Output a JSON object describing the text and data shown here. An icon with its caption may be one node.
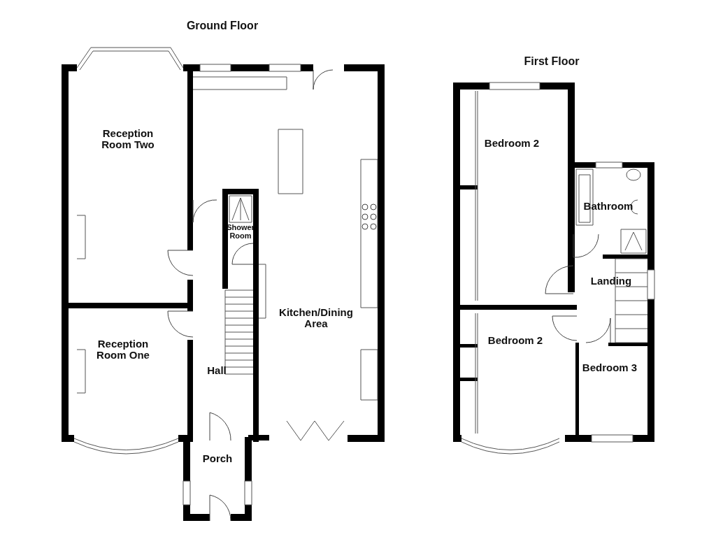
{
  "diagram": {
    "nodes": [
      {
        "text": [
          "Reception Room Two"
        ]
      },
      {
        "text": [
          "Shower Room"
        ]
      },
      {
        "text": [
          "Kitchen/Dining Area"
        ]
      },
      {
        "text": [
          "Reception Room One"
        ]
      },
      {
        "text": [
          "Hall"
        ]
      },
      {
        "text": [
          "Porch"
        ]
      },
      {
        "text": [
          "Bedroom 2"
        ]
      },
      {
        "text": [
          "Bathroom"
        ]
      },
      {
        "text": [
          "Landing"
        ]
      },
      {
        "text": [
          "Bedroom 2"
        ]
      },
      {
        "text": [
          "Bedroom 3"
        ]
      }
    ],
    "labels": [
      "Ground Floor",
      "First Floor"
    ]
  }
}
